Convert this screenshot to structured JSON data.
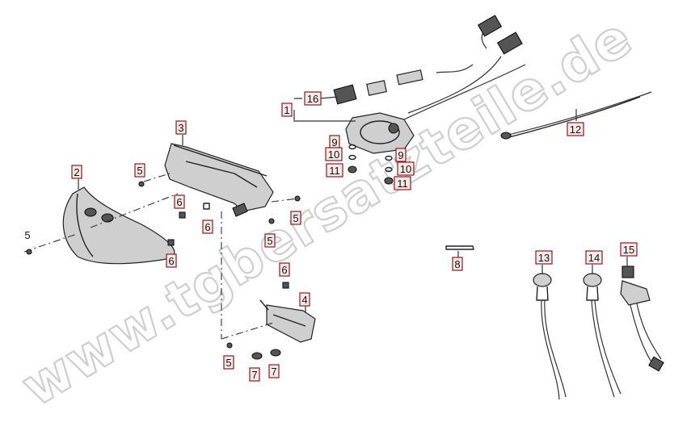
{
  "diagram": {
    "watermark": "www.tgbersatzteile.de",
    "callouts": [
      {
        "id": "c1",
        "label": "1",
        "boxed": true
      },
      {
        "id": "c16",
        "label": "16",
        "boxed": true
      },
      {
        "id": "c12",
        "label": "12",
        "boxed": true
      },
      {
        "id": "c9a",
        "label": "9",
        "boxed": true
      },
      {
        "id": "c10a",
        "label": "10",
        "boxed": true
      },
      {
        "id": "c11a",
        "label": "11",
        "boxed": true
      },
      {
        "id": "c9b",
        "label": "9",
        "boxed": true
      },
      {
        "id": "c10b",
        "label": "10",
        "boxed": true
      },
      {
        "id": "c11b",
        "label": "11",
        "boxed": true
      },
      {
        "id": "c3",
        "label": "3",
        "boxed": true
      },
      {
        "id": "c2",
        "label": "2",
        "boxed": true
      },
      {
        "id": "c5a",
        "label": "5",
        "boxed": true
      },
      {
        "id": "c5b",
        "label": "5",
        "boxed": false
      },
      {
        "id": "c6a",
        "label": "6",
        "boxed": true
      },
      {
        "id": "c6b",
        "label": "6",
        "boxed": true
      },
      {
        "id": "c6c",
        "label": "6",
        "boxed": true
      },
      {
        "id": "c5c",
        "label": "5",
        "boxed": true
      },
      {
        "id": "c5d",
        "label": "5",
        "boxed": true
      },
      {
        "id": "c6d",
        "label": "6",
        "boxed": true
      },
      {
        "id": "c4",
        "label": "4",
        "boxed": true
      },
      {
        "id": "c5e",
        "label": "5",
        "boxed": true
      },
      {
        "id": "c7a",
        "label": "7",
        "boxed": true
      },
      {
        "id": "c7b",
        "label": "7",
        "boxed": true
      },
      {
        "id": "c8",
        "label": "8",
        "boxed": true
      },
      {
        "id": "c13",
        "label": "13",
        "boxed": true
      },
      {
        "id": "c14",
        "label": "14",
        "boxed": true
      },
      {
        "id": "c15",
        "label": "15",
        "boxed": true
      }
    ]
  }
}
